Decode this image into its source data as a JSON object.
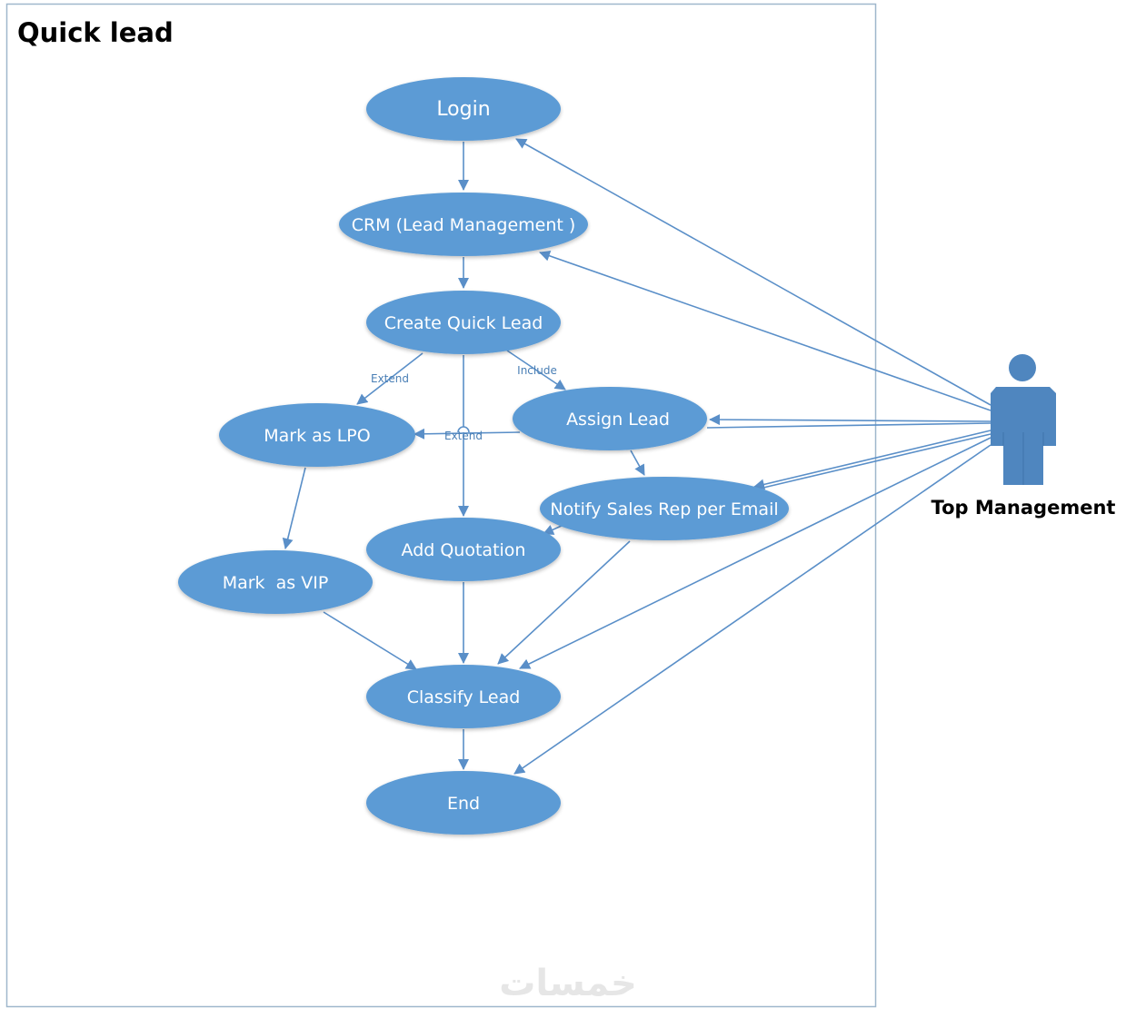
{
  "diagram": {
    "type": "use-case",
    "system_title": "Quick lead",
    "colors": {
      "usecase_fill": "#5b9bd5",
      "line": "#5a8fc8",
      "actor_fill": "#4f86bf",
      "border": "#9fb7cc",
      "watermark": "#e6e6e6"
    },
    "actor": {
      "name": "Top Management",
      "icon": "person-icon"
    },
    "use_cases": [
      {
        "id": "login",
        "label": "Login"
      },
      {
        "id": "crm",
        "label": "CRM (Lead Management )"
      },
      {
        "id": "create",
        "label": "Create Quick Lead"
      },
      {
        "id": "lpo",
        "label": "Mark as LPO"
      },
      {
        "id": "assign",
        "label": "Assign Lead"
      },
      {
        "id": "notify",
        "label": "Notify Sales Rep per Email"
      },
      {
        "id": "quote",
        "label": "Add Quotation"
      },
      {
        "id": "vip",
        "label": "Mark  as VIP"
      },
      {
        "id": "classify",
        "label": "Classify Lead"
      },
      {
        "id": "end",
        "label": "End"
      }
    ],
    "relations": [
      {
        "from": "login",
        "to": "crm",
        "label": ""
      },
      {
        "from": "crm",
        "to": "create",
        "label": ""
      },
      {
        "from": "create",
        "to": "lpo",
        "label": "Extend"
      },
      {
        "from": "create",
        "to": "assign",
        "label": "Include"
      },
      {
        "from": "create",
        "to": "quote",
        "label": ""
      },
      {
        "from": "assign",
        "to": "lpo",
        "label": "Extend"
      },
      {
        "from": "assign",
        "to": "notify",
        "label": ""
      },
      {
        "from": "notify",
        "to": "quote",
        "label": ""
      },
      {
        "from": "lpo",
        "to": "vip",
        "label": ""
      },
      {
        "from": "vip",
        "to": "classify",
        "label": ""
      },
      {
        "from": "quote",
        "to": "classify",
        "label": ""
      },
      {
        "from": "notify",
        "to": "classify",
        "label": ""
      },
      {
        "from": "classify",
        "to": "end",
        "label": ""
      }
    ],
    "actor_links": [
      "login",
      "crm",
      "assign",
      "notify",
      "classify",
      "end"
    ],
    "watermark": "خمسات"
  }
}
